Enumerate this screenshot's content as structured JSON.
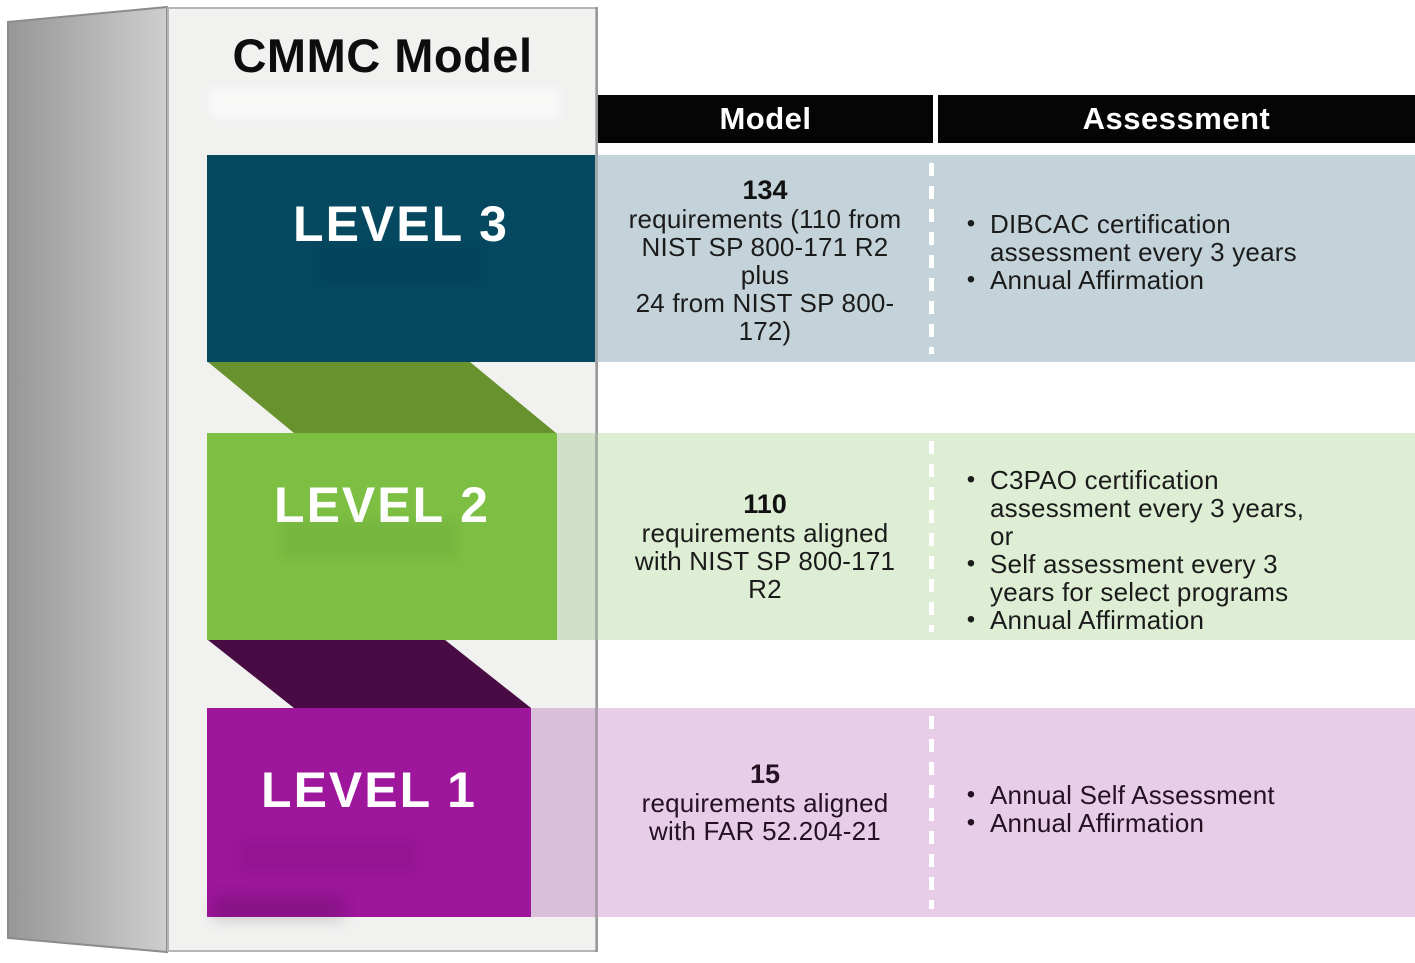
{
  "title": "CMMC Model",
  "icons": {
    "bullet": "•"
  },
  "table": {
    "headers": {
      "model": "Model",
      "assessment": "Assessment"
    },
    "rows": [
      {
        "level": "LEVEL 3",
        "count": "134",
        "model_lines": [
          "requirements (110 from",
          "NIST SP 800-171 R2 plus",
          "24 from NIST SP 800-",
          "172)"
        ],
        "assessment_items": [
          "DIBCAC certification assessment every 3 years",
          "Annual Affirmation"
        ]
      },
      {
        "level": "LEVEL 2",
        "count": "110",
        "model_lines": [
          "requirements aligned",
          "with NIST SP 800-171 R2"
        ],
        "assessment_items": [
          "C3PAO certification assessment every 3 years, or",
          "Self assessment every 3 years for select programs",
          "Annual Affirmation"
        ]
      },
      {
        "level": "LEVEL 1",
        "count": "15",
        "model_lines": [
          "requirements aligned",
          "with FAR 52.204-21"
        ],
        "assessment_items": [
          "Annual Self Assessment",
          "Annual Affirmation"
        ]
      }
    ]
  },
  "colors": {
    "header_bg": "#050505",
    "header_text": "#ffffff",
    "level3_banner": "#05485f",
    "level2_banner": "#7cbf43",
    "level1_banner": "#9d169c",
    "fold_green": "#67922d",
    "fold_purple": "#480b44",
    "level3_row_bg": "#c4d3d9",
    "level2_row_bg": "#deeed4",
    "level1_row_bg": "#e7cde8"
  }
}
